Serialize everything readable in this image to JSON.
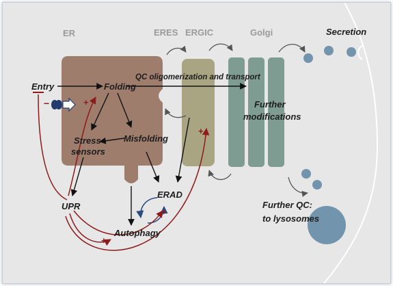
{
  "headers": {
    "er": "ER",
    "eres": "ERES",
    "ergic": "ERGIC",
    "golgi": "Golgi",
    "secretion": "Secretion"
  },
  "labels": {
    "entry": "Entry",
    "folding": "Folding",
    "qc_transport": "QC oligomerization and transport",
    "stress_line1": "Stress",
    "stress_line2": "sensors",
    "misfolding": "Misfolding",
    "further_mod_line1": "Further",
    "further_mod_line2": "modifications",
    "upr": "UPR",
    "erad": "ERAD",
    "autophagy": "Autophagy",
    "further_qc_line1": "Further QC:",
    "further_qc_line2": "to lysosomes"
  },
  "signs": {
    "minus": "−",
    "plus": "+"
  },
  "colors": {
    "background": "#e7e7e7",
    "er": "#9e7d6d",
    "ergic": "#a9a582",
    "golgi": "#7f9c93",
    "vesicle": "#7394ad",
    "activation_arrow": "#8e1b1b",
    "feedback_arrow": "#2a4c80"
  }
}
